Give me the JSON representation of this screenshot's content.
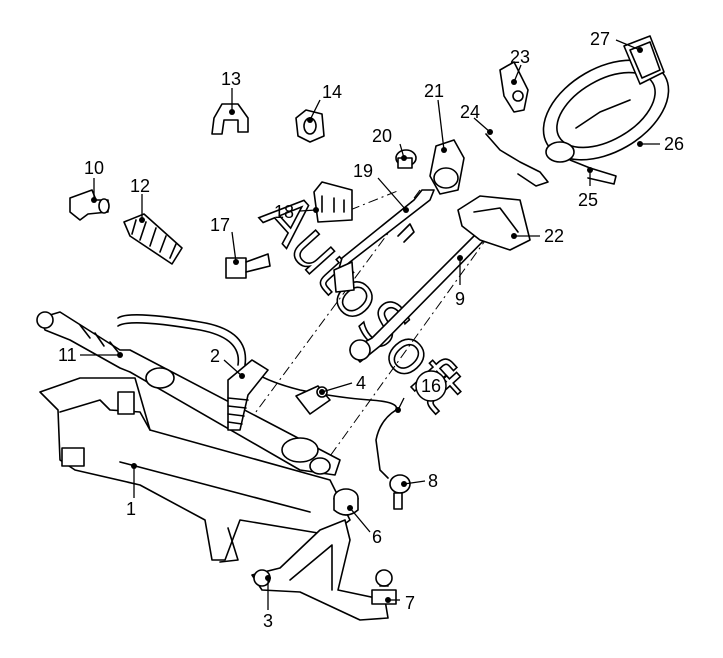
{
  "diagram": {
    "watermark": "AutoSoft",
    "callouts": [
      {
        "id": "c1",
        "label": "1"
      },
      {
        "id": "c2",
        "label": "2"
      },
      {
        "id": "c3",
        "label": "3"
      },
      {
        "id": "c4",
        "label": "4"
      },
      {
        "id": "c6",
        "label": "6"
      },
      {
        "id": "c7",
        "label": "7"
      },
      {
        "id": "c8",
        "label": "8"
      },
      {
        "id": "c9",
        "label": "9"
      },
      {
        "id": "c10",
        "label": "10"
      },
      {
        "id": "c11",
        "label": "11"
      },
      {
        "id": "c12",
        "label": "12"
      },
      {
        "id": "c13",
        "label": "13"
      },
      {
        "id": "c14",
        "label": "14"
      },
      {
        "id": "c16",
        "label": "16"
      },
      {
        "id": "c17",
        "label": "17"
      },
      {
        "id": "c18",
        "label": "18"
      },
      {
        "id": "c19",
        "label": "19"
      },
      {
        "id": "c20",
        "label": "20"
      },
      {
        "id": "c21",
        "label": "21"
      },
      {
        "id": "c22",
        "label": "22"
      },
      {
        "id": "c23",
        "label": "23"
      },
      {
        "id": "c24",
        "label": "24"
      },
      {
        "id": "c25",
        "label": "25"
      },
      {
        "id": "c26",
        "label": "26"
      },
      {
        "id": "c27",
        "label": "27"
      }
    ]
  }
}
